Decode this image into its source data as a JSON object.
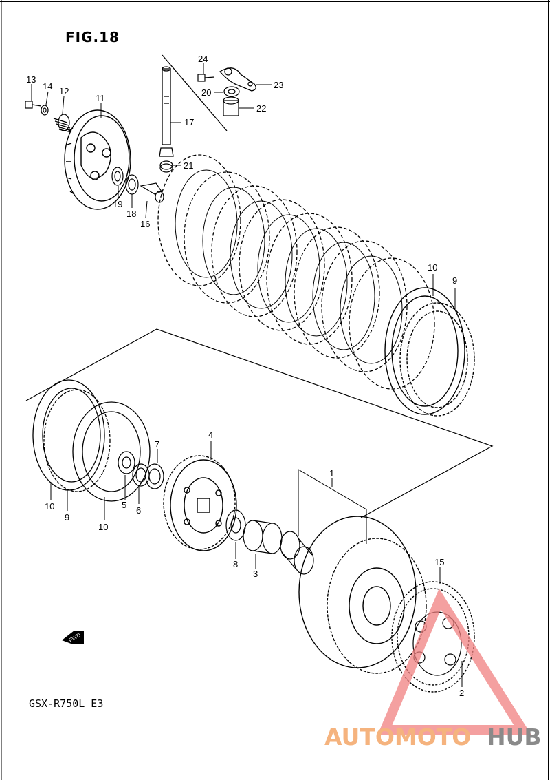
{
  "figure_title": "FIG.18",
  "model_code": "GSX-R750L  E3",
  "fwd_label": "FWD",
  "watermark": {
    "part1": "AUTOMOTO",
    "part2": "HUB",
    "color1": "#f5b37e",
    "color2": "#8a8a8a",
    "triangle_color": "#f08080"
  },
  "callouts": [
    "1",
    "2",
    "3",
    "4",
    "5",
    "6",
    "7",
    "8",
    "9",
    "10",
    "11",
    "12",
    "13",
    "14",
    "15",
    "16",
    "17",
    "18",
    "19",
    "20",
    "21",
    "22",
    "23",
    "24"
  ],
  "callouts_repeated": [
    "10",
    "9",
    "10",
    "9",
    "10"
  ]
}
